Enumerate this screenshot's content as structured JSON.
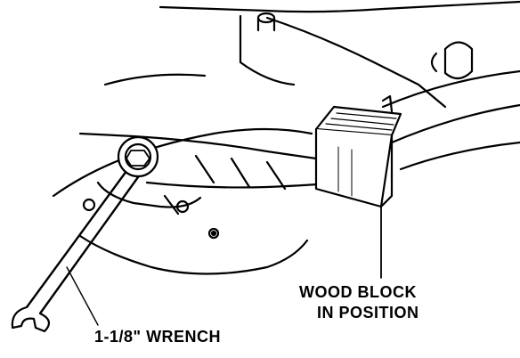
{
  "figure": {
    "callouts": {
      "wood_block_line1": "WOOD BLOCK",
      "wood_block_line2": "IN POSITION",
      "wrench": "1-1/8\" WRENCH"
    },
    "colors": {
      "ink": "#000000",
      "paper": "#ffffff"
    }
  }
}
